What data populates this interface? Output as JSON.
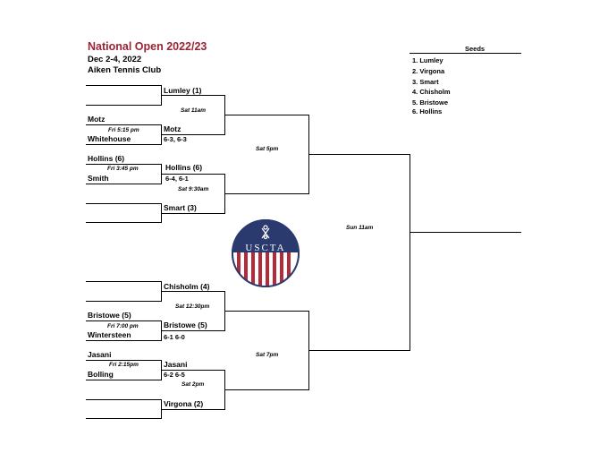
{
  "header": {
    "title": "National Open 2022/23",
    "dates": "Dec 2-4, 2022",
    "venue": "Aiken Tennis Club"
  },
  "seeds": {
    "heading": "Seeds",
    "list": [
      "1. Lumley",
      "2. Virgona",
      "3. Smart",
      "4. Chisholm",
      "5. Bristowe",
      "6. Hollins"
    ]
  },
  "round1": {
    "m1": {
      "top": "Motz",
      "time": "Fri 5:15 pm",
      "bottom": "Whitehouse"
    },
    "m2": {
      "top": "Hollins (6)",
      "time": "Fri 3:45 pm",
      "bottom": "Smith"
    },
    "m3": {
      "top": "Bristowe (5)",
      "time": "Fri 7:00 pm",
      "bottom": "Wintersteen"
    },
    "m4": {
      "top": "Jasani",
      "time": "Fri 2:15pm",
      "bottom": "Bolling"
    }
  },
  "round2": {
    "q1": {
      "top": "Lumley (1)",
      "time": "Sat 11am",
      "bottom": "Motz",
      "score": "6-3, 6-3"
    },
    "q2": {
      "top": "Hollins (6)",
      "score": "6-4, 6-1",
      "time": "Sat 9:30am",
      "bottom": "Smart (3)"
    },
    "q3": {
      "top": "Chisholm (4)",
      "time": "Sat 12:30pm",
      "bottom": "Bristowe (5)",
      "score": "6-1 6-0"
    },
    "q4": {
      "top": "Jasani",
      "score": "6-2 6-5",
      "time": "Sat 2pm",
      "bottom": "Virgona (2)"
    }
  },
  "semis": {
    "s1_time": "Sat 5pm",
    "s2_time": "Sat 7pm"
  },
  "final": {
    "time": "Sun 11am"
  },
  "logo": {
    "text": "USCTA",
    "colors": {
      "navy": "#2b3a6e",
      "red": "#b42a3a",
      "white": "#ffffff"
    }
  }
}
